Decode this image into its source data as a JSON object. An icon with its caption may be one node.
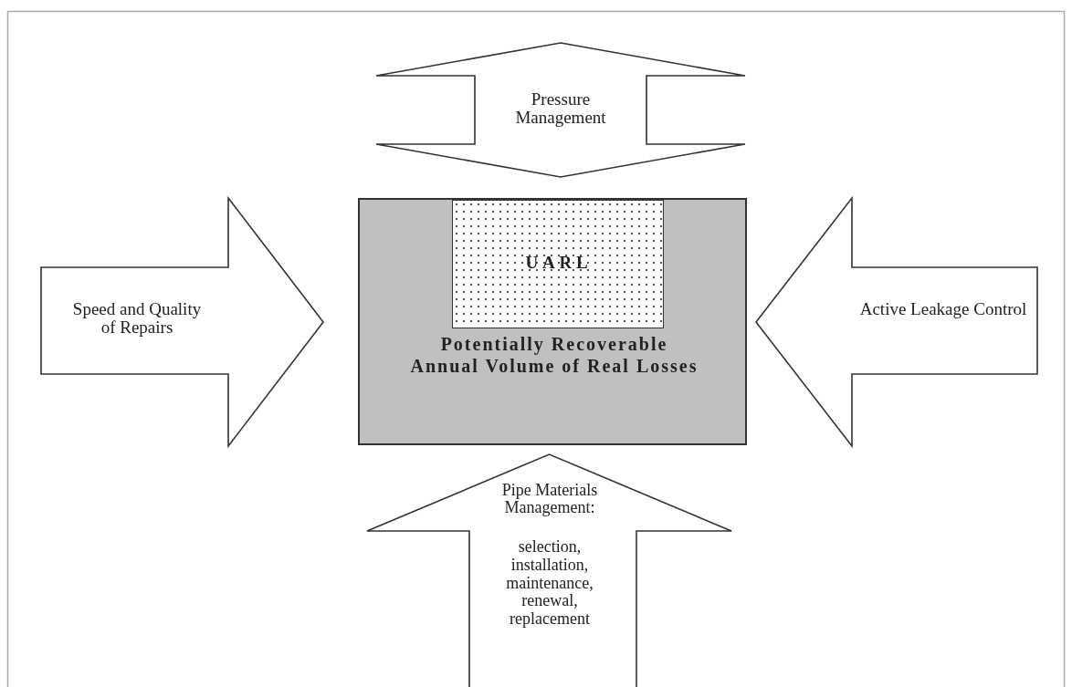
{
  "diagram": {
    "nodes": [
      {
        "text": [
          "Pressure Management"
        ]
      },
      {
        "text": [
          "Speed and Quality of Repairs"
        ]
      },
      {
        "text": [
          "Potentially Recoverable Annual Volume of Real Losses"
        ]
      },
      {
        "text": [
          "UARL"
        ],
        "in": 2
      },
      {
        "text": [
          "Active Leakage Control"
        ]
      },
      {
        "text": [
          "Pipe Materials Management:",
          "selection, installation, maintenance, renewal, replacement"
        ]
      }
    ]
  }
}
